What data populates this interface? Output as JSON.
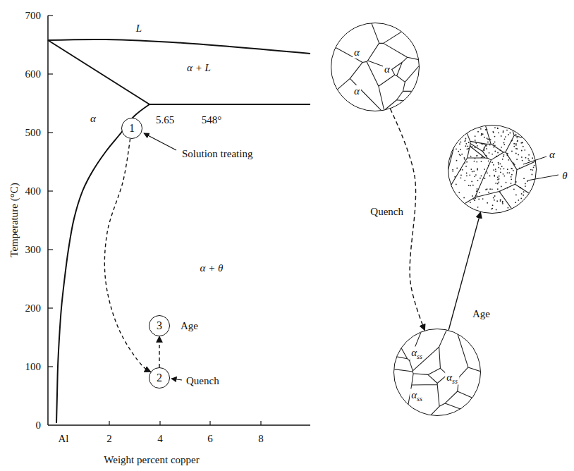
{
  "diagram": {
    "nodes": [
      {
        "text": [
          "1"
        ]
      },
      {
        "text": [
          "2"
        ]
      },
      {
        "text": [
          "3"
        ]
      },
      {
        "text": [
          "α",
          "α",
          "α"
        ]
      },
      {
        "text": [
          "α",
          "θ"
        ]
      },
      {
        "text": [
          "αss",
          "αss",
          "αss"
        ]
      }
    ],
    "edges": [
      {
        "from": 0,
        "to": 1,
        "arrow": "to"
      },
      {
        "from": 1,
        "to": 2,
        "arrow": "to"
      },
      {
        "from": 3,
        "to": 5,
        "arrow": "to",
        "label": "Quench"
      },
      {
        "from": 5,
        "to": 4,
        "arrow": "to",
        "label": "Age"
      }
    ],
    "labels": [
      "700",
      "600",
      "500",
      "400",
      "300",
      "200",
      "100",
      "0",
      "Al",
      "2",
      "4",
      "6",
      "8",
      "Temperature (°C)",
      "Weight percent copper",
      "L",
      "α + L",
      "α",
      "α + θ",
      "5.65",
      "548°",
      "Solution treating",
      "Age",
      "Quench"
    ]
  }
}
